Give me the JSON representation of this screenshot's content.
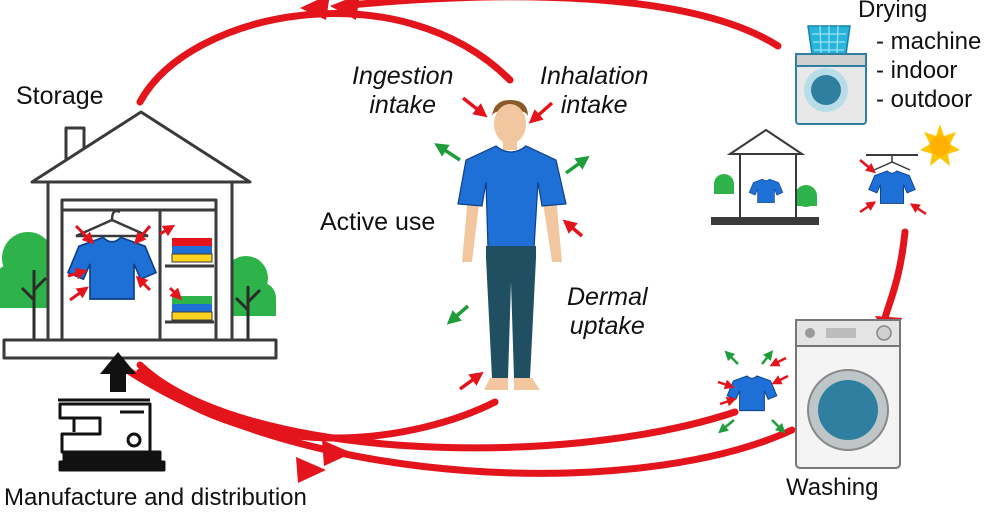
{
  "labels": {
    "storage": "Storage",
    "ingestion_line1": "Ingestion",
    "ingestion_line2": "intake",
    "inhalation_line1": "Inhalation",
    "inhalation_line2": "intake",
    "active_use": "Active use",
    "dermal_line1": "Dermal",
    "dermal_line2": "uptake",
    "drying": "Drying",
    "drying_options": [
      "- machine",
      "- indoor",
      "- outdoor"
    ],
    "washing": "Washing",
    "manufacture": "Manufacture and distribution"
  },
  "colors": {
    "cycle_arrow": "#e3141b",
    "uptake_arrow": "#e3141b",
    "emission_arrow": "#1f9d3a",
    "shirt": "#1e6fd6",
    "jeans": "#1f4f61",
    "skin": "#f2c79f",
    "hair": "#8a5a2b",
    "tree": "#2db34a",
    "appliance": "#2f7fa0",
    "basket": "#29b4dc",
    "sun": "#ffc400"
  },
  "icons": [
    "house-icon",
    "wardrobe-icon",
    "tshirt-icon",
    "folded-clothes-icon",
    "tree-icon",
    "person-icon",
    "washing-machine-icon",
    "dryer-icon",
    "laundry-basket-icon",
    "sun-icon",
    "sewing-machine-icon",
    "hanger-icon",
    "cycle-arrow",
    "uptake-arrow",
    "emission-arrow"
  ]
}
